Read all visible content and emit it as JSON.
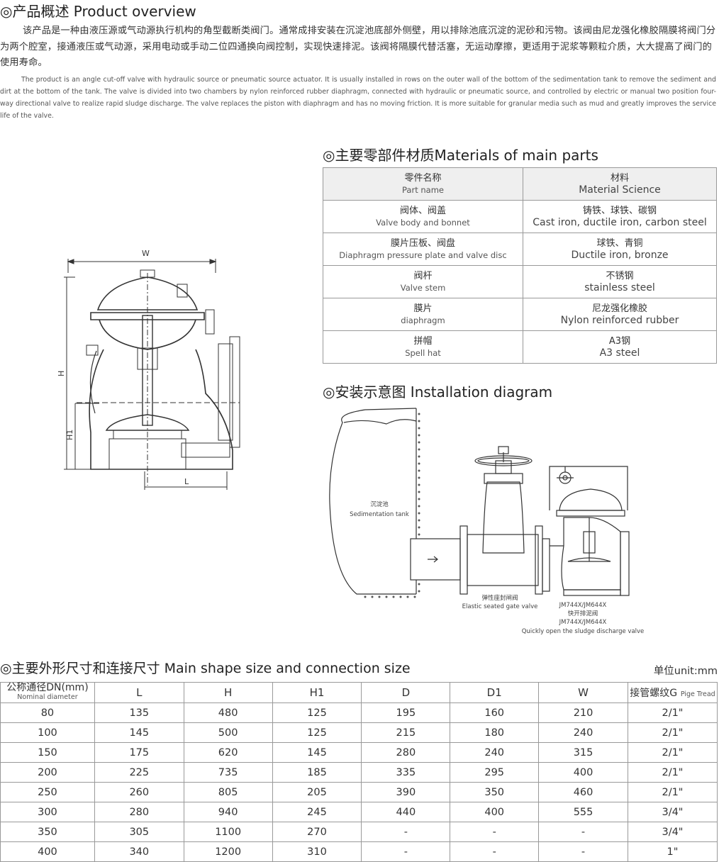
{
  "overview": {
    "title": "◎产品概述 Product overview",
    "zh": "该产品是一种由液压源或气动源执行机构的角型截断类阀门。通常成排安装在沉淀池底部外侧壁，用以排除池底沉淀的泥砂和污物。该阀由尼龙强化橡胶隔膜将阀门分为两个腔室，接通液压或气动源，采用电动或手动二位四通换向阀控制，实现快速排泥。该阀将隔膜代替活塞，无运动摩擦，更适用于泥浆等颗粒介质，大大提高了阀门的使用寿命。",
    "en": "The product is an angle cut-off valve with hydraulic source or pneumatic source actuator. It is usually installed in rows on the outer wall of the bottom of the sedimentation tank to remove the sediment and dirt at the bottom of the tank. The valve is divided into two chambers by nylon reinforced rubber diaphragm, connected with hydraulic or pneumatic source, and controlled by electric or manual two position four-way directional valve to realize rapid sludge discharge. The valve replaces the piston with diaphragm and has no moving friction. It is more suitable for granular media such as mud and greatly improves the service life of the valve."
  },
  "drawing": {
    "w": "W",
    "h": "H",
    "h1": "H1",
    "l": "L"
  },
  "materials": {
    "title": "◎主要零部件材质Materials of main parts",
    "header": {
      "part_zh": "零件名称",
      "part_en": "Part name",
      "mat_zh": "材料",
      "mat_en": "Material Science"
    },
    "rows": [
      {
        "part_zh": "阀体、阀盖",
        "part_en": "Valve body and bonnet",
        "mat_zh": "铸铁、球铁、碳钢",
        "mat_en": "Cast iron, ductile iron, carbon steel"
      },
      {
        "part_zh": "膜片压板、阀盘",
        "part_en": "Diaphragm pressure plate and valve disc",
        "mat_zh": "球铁、青铜",
        "mat_en": "Ductile iron, bronze"
      },
      {
        "part_zh": "阀杆",
        "part_en": "Valve stem",
        "mat_zh": "不锈钢",
        "mat_en": "stainless steel"
      },
      {
        "part_zh": "膜片",
        "part_en": "diaphragm",
        "mat_zh": "尼龙强化橡胶",
        "mat_en": "Nylon reinforced rubber"
      },
      {
        "part_zh": "拼帽",
        "part_en": "Spell hat",
        "mat_zh": "A3钢",
        "mat_en": "A3 steel"
      }
    ]
  },
  "installation": {
    "title": "◎安装示意图 Installation diagram",
    "tank_zh": "沉淀池",
    "tank_en": "Sedimentation tank",
    "gate_zh": "弹性座封闸阀",
    "gate_en": "Elastic seated gate valve",
    "model1": "JM744X/JM644X",
    "quick_zh": "快开排泥阀",
    "model2": "JM744X/JM644X",
    "quick_en": "Quickly open the sludge discharge valve"
  },
  "dimensions": {
    "title": "◎主要外形尺寸和连接尺寸 Main shape size and connection size",
    "unit": "单位unit:mm",
    "col0_zh": "公称通径DN(mm)",
    "col0_en": "Nominal diameter",
    "headers": [
      "L",
      "H",
      "H1",
      "D",
      "D1",
      "W"
    ],
    "col7_zh": "接管螺纹G",
    "col7_en": "Pige Tread",
    "rows": [
      [
        "80",
        "135",
        "480",
        "125",
        "195",
        "160",
        "210",
        "2/1\""
      ],
      [
        "100",
        "145",
        "500",
        "125",
        "215",
        "180",
        "240",
        "2/1\""
      ],
      [
        "150",
        "175",
        "620",
        "145",
        "280",
        "240",
        "315",
        "2/1\""
      ],
      [
        "200",
        "225",
        "735",
        "185",
        "335",
        "295",
        "400",
        "2/1\""
      ],
      [
        "250",
        "260",
        "805",
        "205",
        "390",
        "350",
        "460",
        "2/1\""
      ],
      [
        "300",
        "280",
        "940",
        "245",
        "440",
        "400",
        "555",
        "3/4\""
      ],
      [
        "350",
        "305",
        "1100",
        "270",
        "-",
        "-",
        "-",
        "3/4\""
      ],
      [
        "400",
        "340",
        "1200",
        "310",
        "-",
        "-",
        "-",
        "1\""
      ]
    ]
  }
}
